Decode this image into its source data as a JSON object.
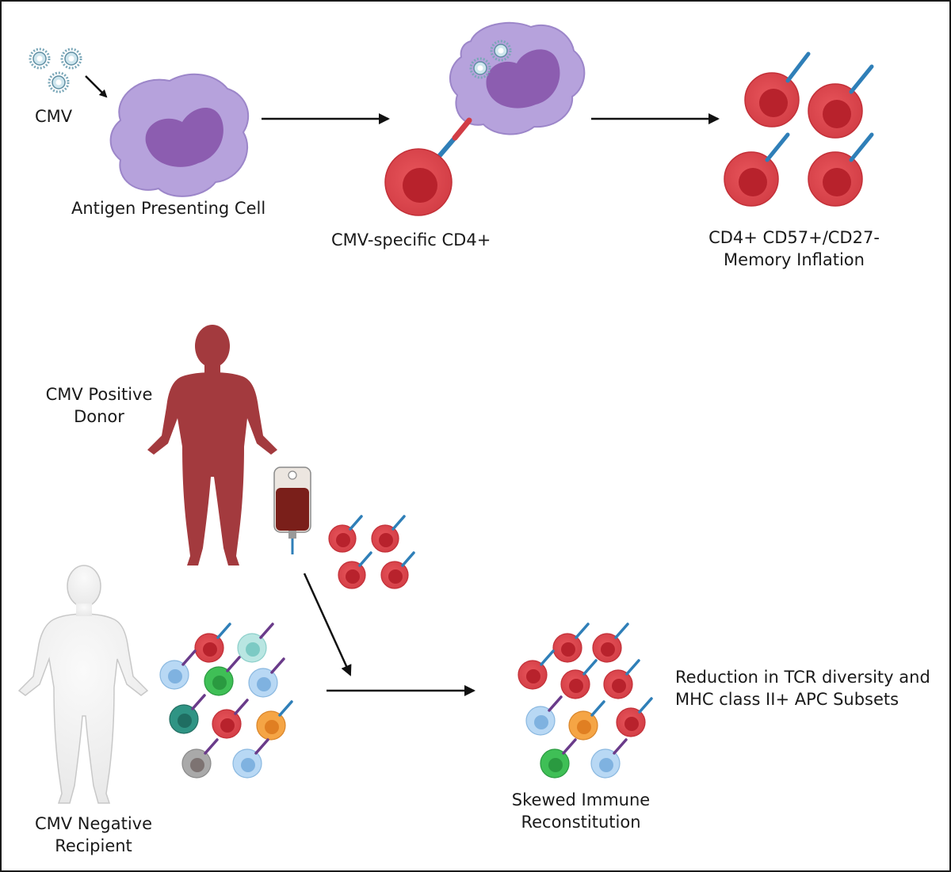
{
  "labels": {
    "cmv": "CMV",
    "apc": "Antigen Presenting Cell",
    "cmv_specific_cd4": "CMV-specific CD4+",
    "memory_line1": "CD4+ CD57+/CD27-",
    "memory_line2": "Memory Inflation",
    "donor_line1": "CMV Positive",
    "donor_line2": "Donor",
    "recipient_line1": "CMV Negative",
    "recipient_line2": "Recipient",
    "skewed_line1": "Skewed Immune",
    "skewed_line2": "Reconstitution",
    "reduction_line1": "Reduction in TCR diversity and",
    "reduction_line2": "MHC class II+ APC Subsets"
  },
  "colors": {
    "t_cell_red": "#d9434a",
    "t_cell_core": "#b8222c",
    "apc_body": "#b39ddb",
    "apc_nucleus": "#8e5fb0",
    "donor_body": "#a33a3e",
    "recipient_body": "#f0f0f0",
    "tcr_blue": "#2f7fb8",
    "cell_light_blue": "#9cc6ec",
    "cell_teal_light": "#9fdcd8",
    "cell_green": "#2fb04a",
    "cell_dark_teal": "#2a8c7e",
    "cell_orange": "#f39a35",
    "cell_gray": "#9a9a9a"
  }
}
